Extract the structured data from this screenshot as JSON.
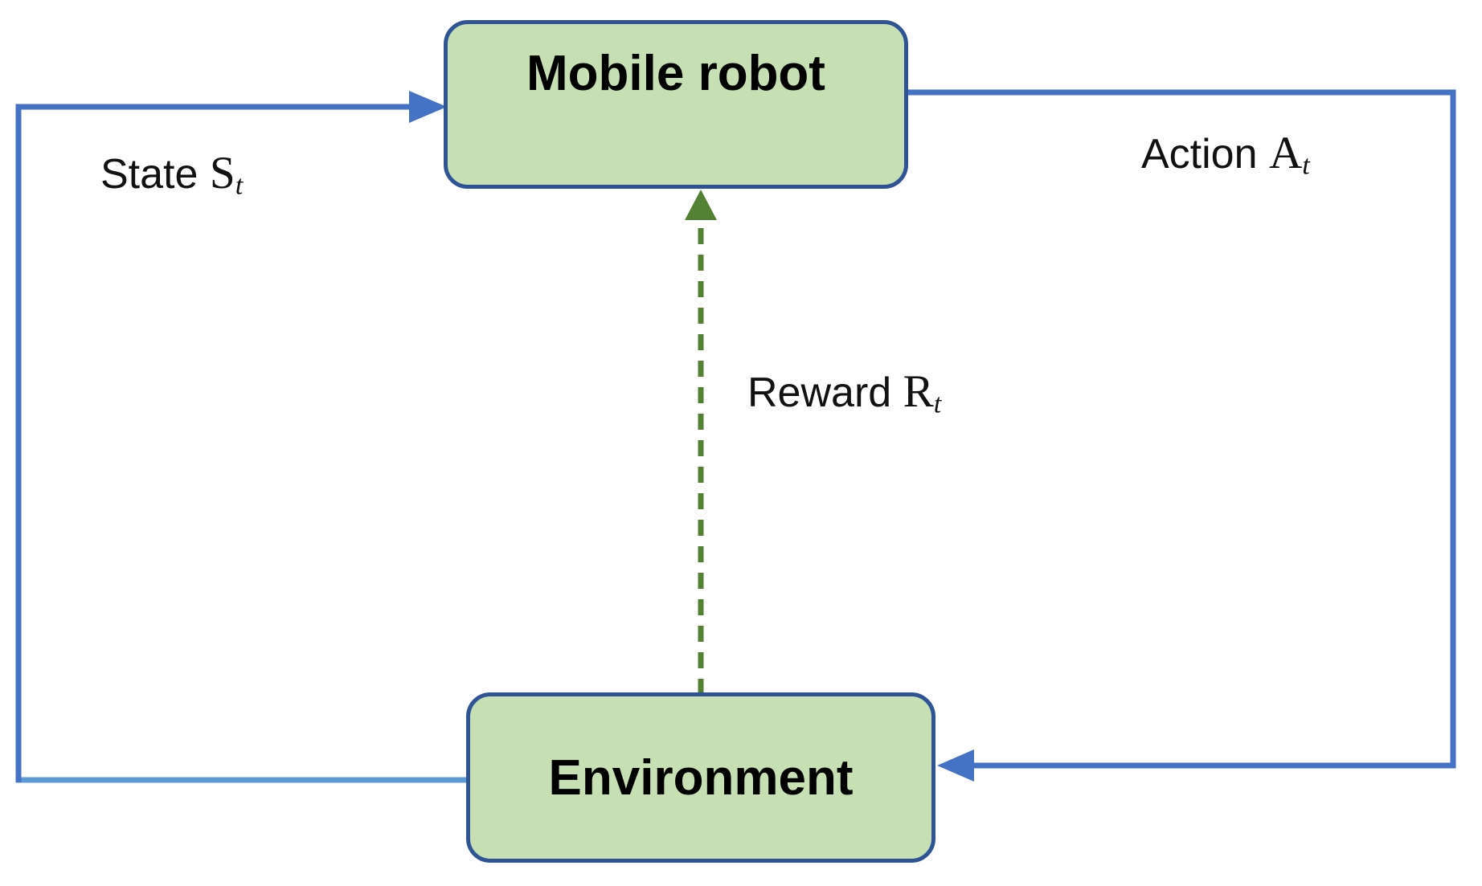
{
  "diagram": {
    "type": "reinforcement-learning-loop",
    "nodes": {
      "agent": {
        "label": "Mobile robot"
      },
      "environment": {
        "label": "Environment"
      }
    },
    "edges": {
      "state": {
        "word": "State",
        "var": "S",
        "sub": "t",
        "from": "environment",
        "to": "agent",
        "line": "solid"
      },
      "action": {
        "word": "Action",
        "var": "A",
        "sub": "t",
        "from": "agent",
        "to": "environment",
        "line": "solid"
      },
      "reward": {
        "word": "Reward",
        "var": "R",
        "sub": "t",
        "from": "environment",
        "to": "agent",
        "line": "dashed"
      }
    }
  },
  "colors": {
    "background": "#ffffff",
    "node_fill": "#c6e0b4",
    "node_border": "#2f5496",
    "loop_blue": "#4472c4",
    "loop_blue_light": "#5b9bd5",
    "reward_green": "#548235",
    "text": "#000000"
  }
}
